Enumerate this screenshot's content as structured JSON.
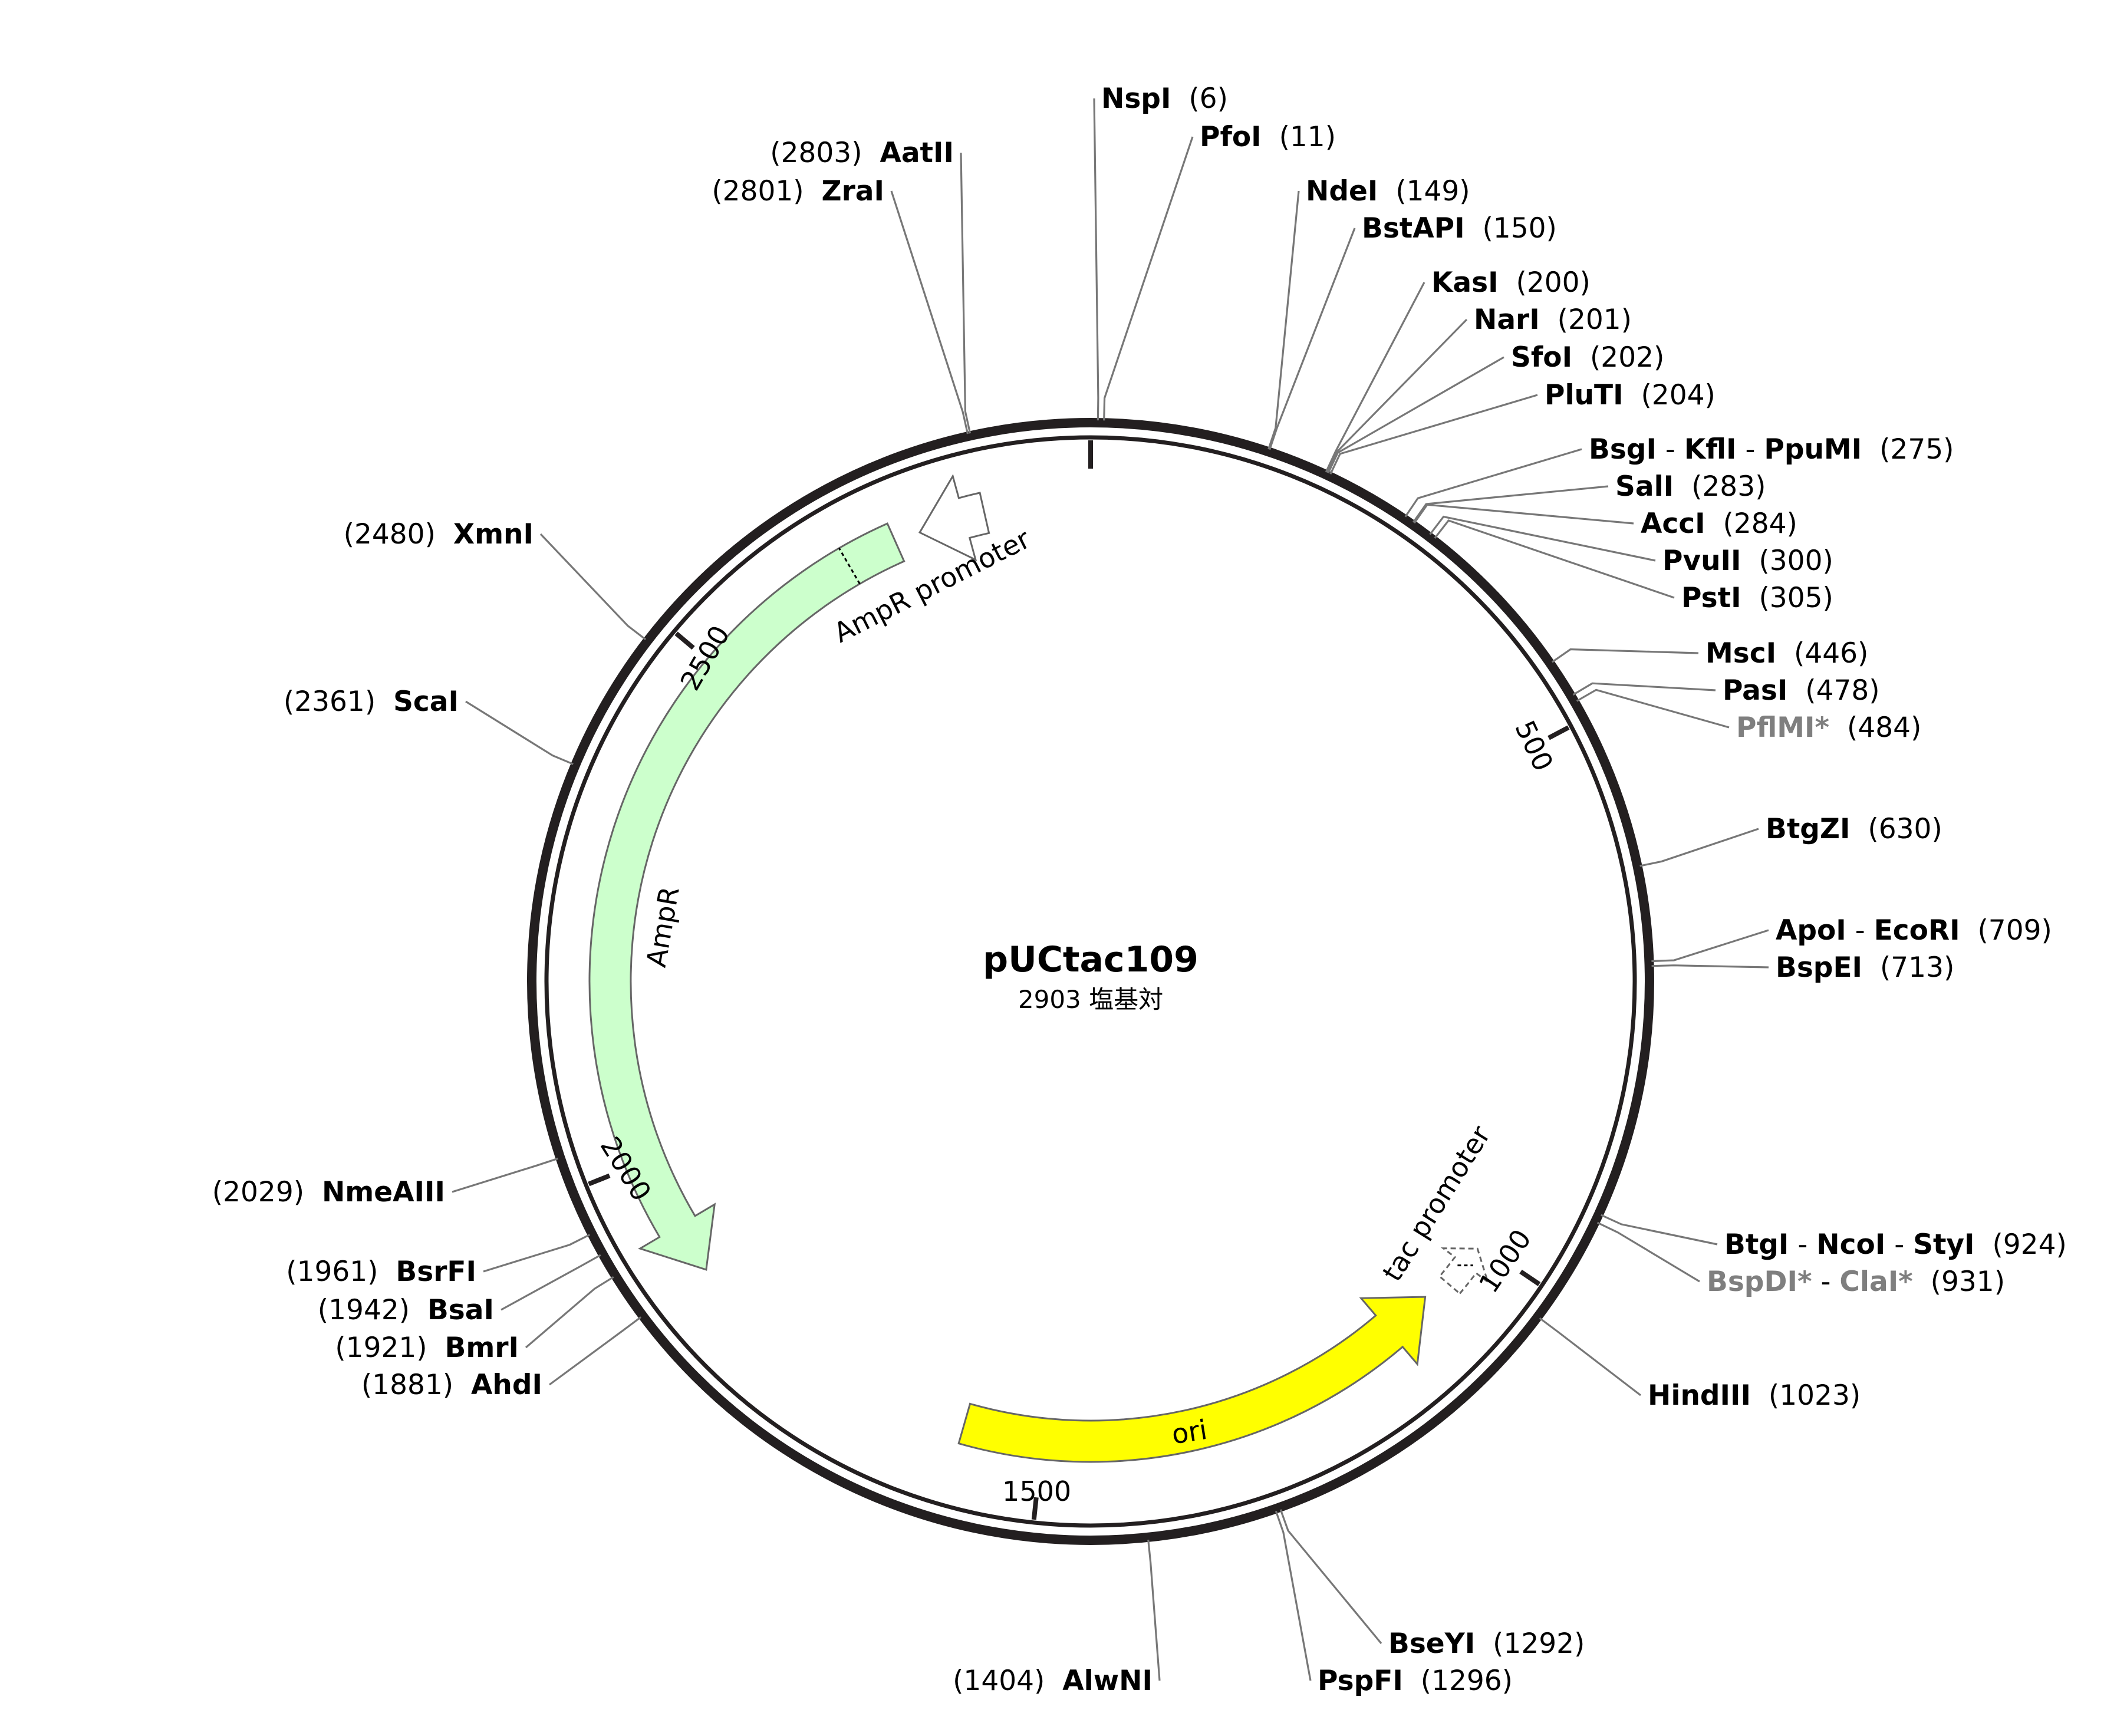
{
  "plasmid": {
    "name": "pUCtac109",
    "length_label": "2903 塩基対",
    "length_bp": 2903
  },
  "ticks": [
    {
      "bp": 500,
      "label": "500"
    },
    {
      "bp": 1000,
      "label": "1000"
    },
    {
      "bp": 1500,
      "label": "1500"
    },
    {
      "bp": 2000,
      "label": "2000"
    },
    {
      "bp": 2500,
      "label": "2500"
    }
  ],
  "features": [
    {
      "name": "AmpR",
      "label": "AmpR",
      "color": "#ccffcc",
      "direction": "counterclockwise"
    },
    {
      "name": "AmpR promoter",
      "label": "AmpR promoter",
      "color": "#ffffff",
      "direction": "counterclockwise"
    },
    {
      "name": "ori",
      "label": "ori",
      "color": "#ffff00",
      "direction": "counterclockwise"
    },
    {
      "name": "tac promoter",
      "label": "tac promoter",
      "color": "#ffffff",
      "direction": "counterclockwise"
    }
  ],
  "sites": [
    {
      "names": [
        {
          "text": "NspI"
        }
      ],
      "position": "(6)"
    },
    {
      "names": [
        {
          "text": "PfoI"
        }
      ],
      "position": "(11)"
    },
    {
      "names": [
        {
          "text": "NdeI"
        }
      ],
      "position": "(149)"
    },
    {
      "names": [
        {
          "text": "BstAPI"
        }
      ],
      "position": "(150)"
    },
    {
      "names": [
        {
          "text": "KasI"
        }
      ],
      "position": "(200)"
    },
    {
      "names": [
        {
          "text": "NarI"
        }
      ],
      "position": "(201)"
    },
    {
      "names": [
        {
          "text": "SfoI"
        }
      ],
      "position": "(202)"
    },
    {
      "names": [
        {
          "text": "PluTI"
        }
      ],
      "position": "(204)"
    },
    {
      "names": [
        {
          "text": "BsgI"
        },
        {
          "text": "KflI"
        },
        {
          "text": "PpuMI"
        }
      ],
      "position": "(275)"
    },
    {
      "names": [
        {
          "text": "SalI"
        }
      ],
      "position": "(283)"
    },
    {
      "names": [
        {
          "text": "AccI"
        }
      ],
      "position": "(284)"
    },
    {
      "names": [
        {
          "text": "PvuII"
        }
      ],
      "position": "(300)"
    },
    {
      "names": [
        {
          "text": "PstI"
        }
      ],
      "position": "(305)"
    },
    {
      "names": [
        {
          "text": "MscI"
        }
      ],
      "position": "(446)"
    },
    {
      "names": [
        {
          "text": "PasI"
        }
      ],
      "position": "(478)"
    },
    {
      "names": [
        {
          "text": "PflMI*",
          "noncutter": true
        }
      ],
      "position": "(484)"
    },
    {
      "names": [
        {
          "text": "BtgZI"
        }
      ],
      "position": "(630)"
    },
    {
      "names": [
        {
          "text": "ApoI"
        },
        {
          "text": "EcoRI"
        }
      ],
      "position": "(709)"
    },
    {
      "names": [
        {
          "text": "BspEI"
        }
      ],
      "position": "(713)"
    },
    {
      "names": [
        {
          "text": "BtgI"
        },
        {
          "text": "NcoI"
        },
        {
          "text": "StyI"
        }
      ],
      "position": "(924)"
    },
    {
      "names": [
        {
          "text": "BspDI*",
          "noncutter": true
        },
        {
          "text": "ClaI*",
          "noncutter": true
        }
      ],
      "position": "(931)"
    },
    {
      "names": [
        {
          "text": "HindIII"
        }
      ],
      "position": "(1023)"
    },
    {
      "names": [
        {
          "text": "BseYI"
        }
      ],
      "position": "(1292)"
    },
    {
      "names": [
        {
          "text": "PspFI"
        }
      ],
      "position": "(1296)"
    },
    {
      "names": [
        {
          "text": "AlwNI"
        }
      ],
      "position": "(1404)"
    },
    {
      "names": [
        {
          "text": "AhdI"
        }
      ],
      "position": "(1881)"
    },
    {
      "names": [
        {
          "text": "BmrI"
        }
      ],
      "position": "(1921)"
    },
    {
      "names": [
        {
          "text": "BsaI"
        }
      ],
      "position": "(1942)"
    },
    {
      "names": [
        {
          "text": "BsrFI"
        }
      ],
      "position": "(1961)"
    },
    {
      "names": [
        {
          "text": "NmeAIII"
        }
      ],
      "position": "(2029)"
    },
    {
      "names": [
        {
          "text": "ScaI"
        }
      ],
      "position": "(2361)"
    },
    {
      "names": [
        {
          "text": "XmnI"
        }
      ],
      "position": "(2480)"
    },
    {
      "names": [
        {
          "text": "ZraI"
        }
      ],
      "position": "(2801)"
    },
    {
      "names": [
        {
          "text": "AatII"
        }
      ],
      "position": "(2803)"
    }
  ],
  "separator": "-"
}
